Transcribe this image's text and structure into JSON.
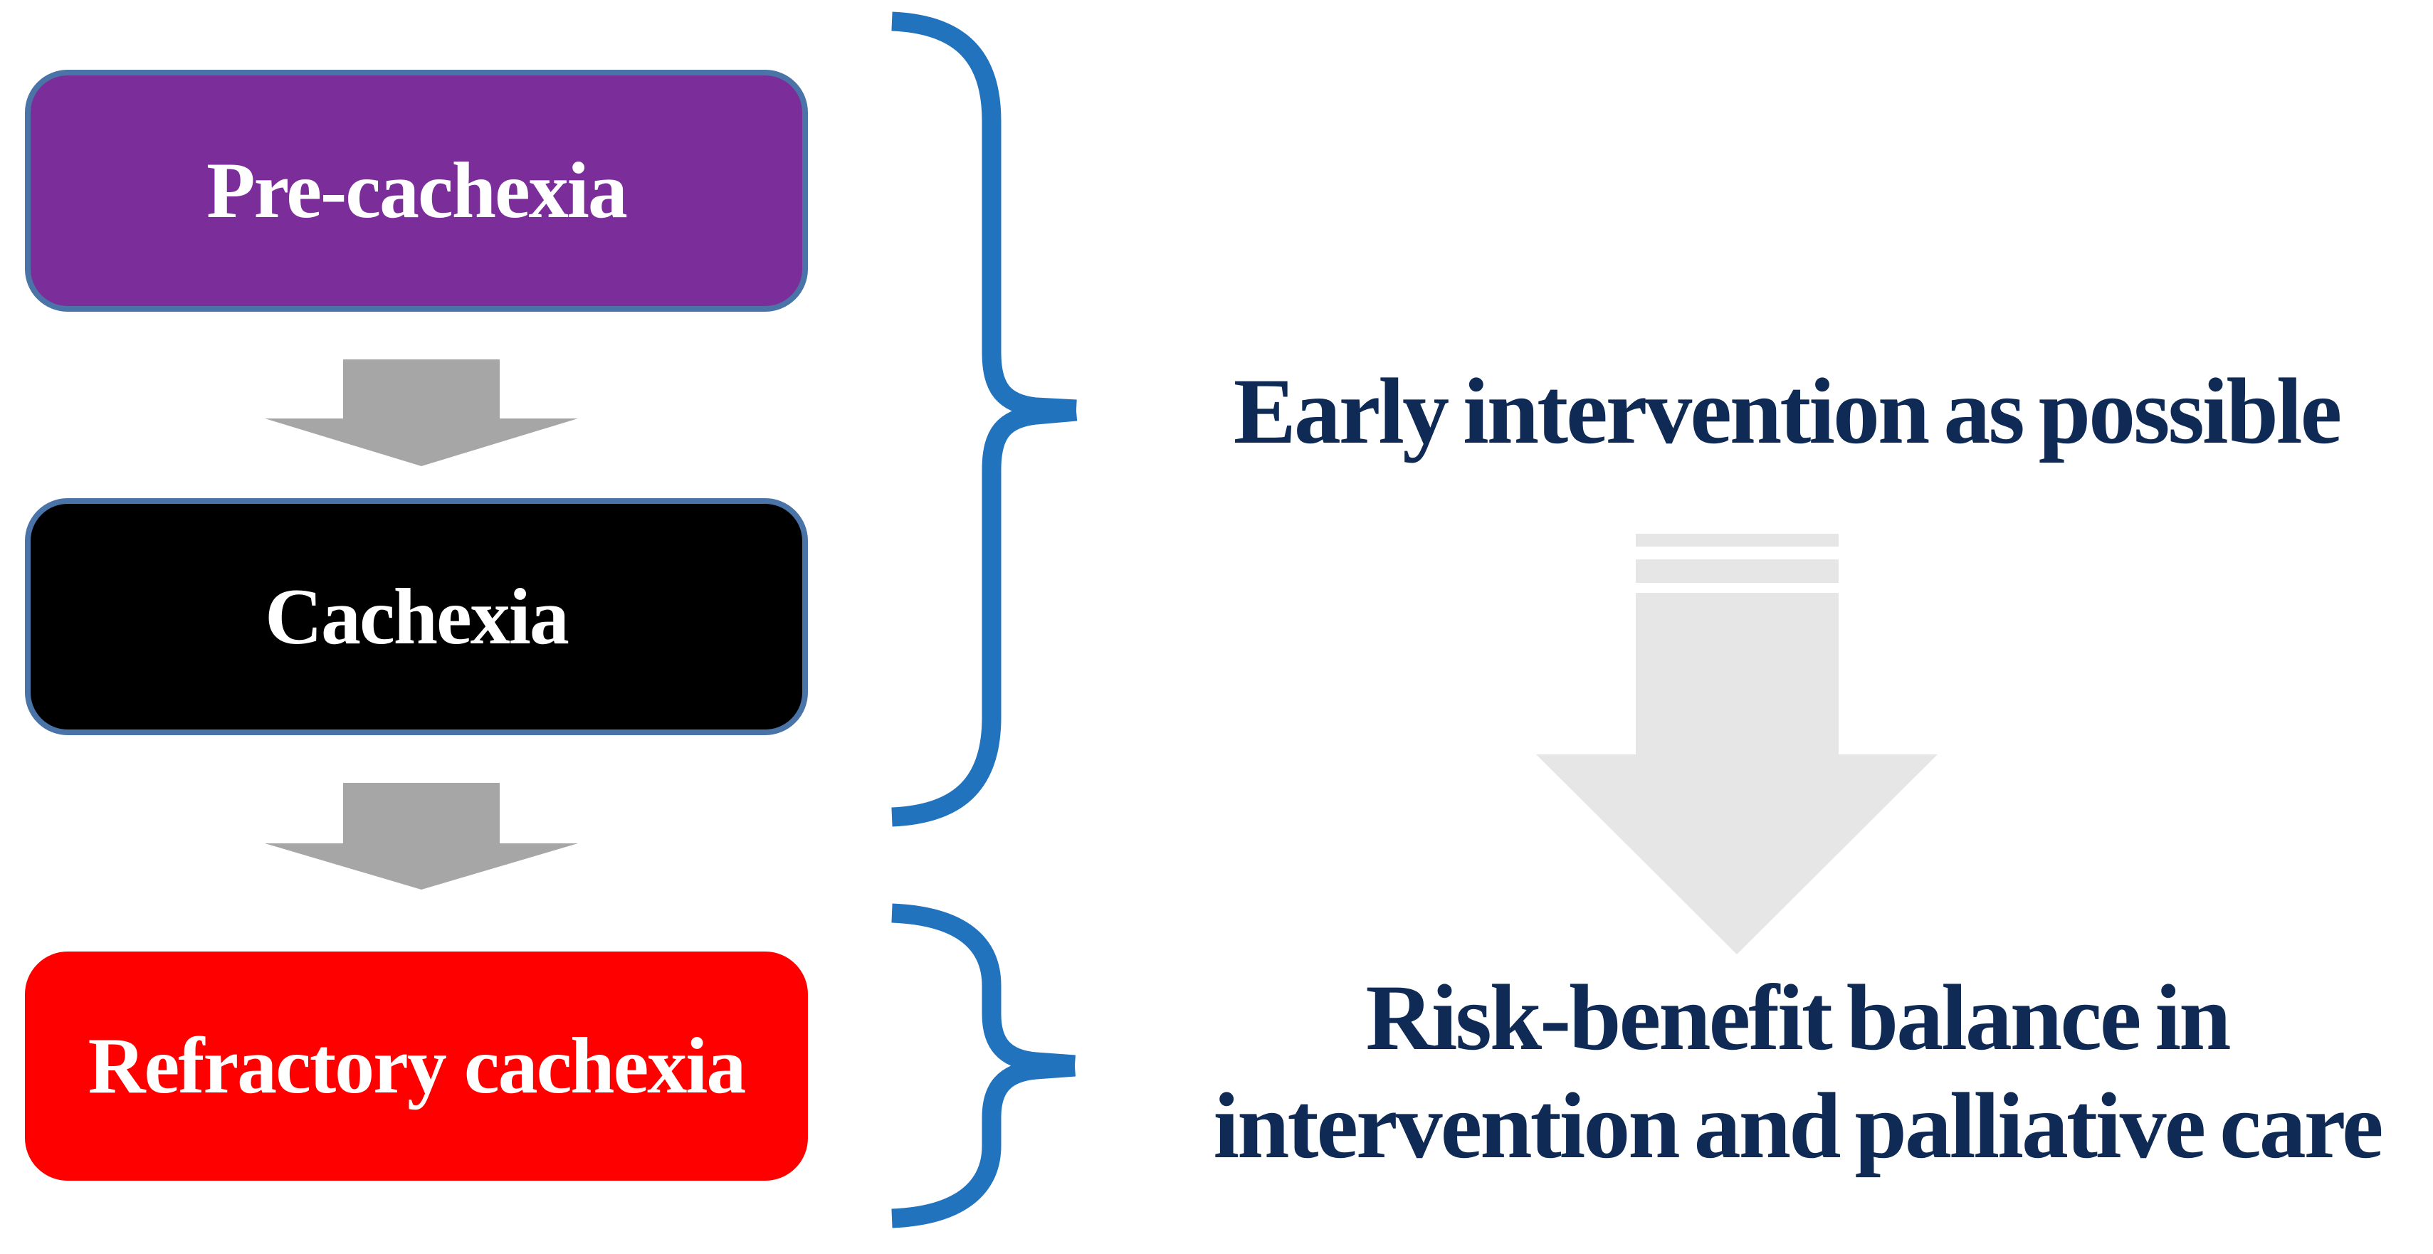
{
  "figure": {
    "description": "Cachexia stages flow diagram with intervention annotations",
    "stages": [
      {
        "label": "Pre-cachexia",
        "fill": "#7B2E99",
        "border": "#4A74A8",
        "text_color": "#FFFFFF"
      },
      {
        "label": "Cachexia",
        "fill": "#000000",
        "border": "#4A74A8",
        "text_color": "#FFFFFF"
      },
      {
        "label": "Refractory cachexia",
        "fill": "#FF0000",
        "border": "#FF0000",
        "text_color": "#FFFFFF"
      }
    ],
    "annotations": {
      "early": {
        "text": "Early intervention as possible"
      },
      "risk": {
        "line1": "Risk-benefit balance in",
        "line2": "intervention and palliative care"
      }
    },
    "icons": [
      "down-arrow-icon between Pre-cachexia and Cachexia",
      "down-arrow-icon between Cachexia and Refractory cachexia",
      "right-brace-icon spanning Pre-cachexia and Cachexia",
      "right-brace-icon spanning Refractory cachexia",
      "big-striped-down-arrow-icon between annotations"
    ],
    "colors": {
      "background": "#FFFFFF",
      "small_arrow_gray": "#A6A6A6",
      "big_arrow_gray": "#E6E6E6",
      "brace_blue": "#2173BE",
      "navy_text": "#0F2A54"
    }
  }
}
